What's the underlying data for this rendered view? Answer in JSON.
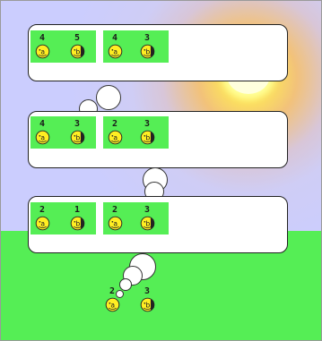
{
  "rows": [
    {
      "groups": [
        {
          "items": [
            {
              "count": "4",
              "face_letter": "a",
              "face_icon": "face-icon-a"
            },
            {
              "count": "5",
              "face_letter": "b",
              "face_icon": "face-icon-b"
            }
          ]
        },
        {
          "items": [
            {
              "count": "4",
              "face_letter": "a",
              "face_icon": "face-icon-a"
            },
            {
              "count": "3",
              "face_letter": "b",
              "face_icon": "face-icon-b"
            }
          ]
        }
      ]
    },
    {
      "groups": [
        {
          "items": [
            {
              "count": "4",
              "face_letter": "a",
              "face_icon": "face-icon-a"
            },
            {
              "count": "3",
              "face_letter": "b",
              "face_icon": "face-icon-b"
            }
          ]
        },
        {
          "items": [
            {
              "count": "2",
              "face_letter": "a",
              "face_icon": "face-icon-a"
            },
            {
              "count": "3",
              "face_letter": "b",
              "face_icon": "face-icon-b"
            }
          ]
        }
      ]
    },
    {
      "groups": [
        {
          "items": [
            {
              "count": "2",
              "face_letter": "a",
              "face_icon": "face-icon-a"
            },
            {
              "count": "1",
              "face_letter": "b",
              "face_icon": "face-icon-b"
            }
          ]
        },
        {
          "items": [
            {
              "count": "2",
              "face_letter": "a",
              "face_icon": "face-icon-a"
            },
            {
              "count": "3",
              "face_letter": "b",
              "face_icon": "face-icon-b"
            }
          ]
        }
      ]
    }
  ],
  "final": {
    "items": [
      {
        "count": "2",
        "face_letter": "a",
        "face_icon": "face-icon-a"
      },
      {
        "count": "3",
        "face_letter": "b",
        "face_icon": "face-icon-b"
      }
    ]
  },
  "colors": {
    "sky": "#cbcdfe",
    "sun": "#ffff66",
    "ground": "#55ee55",
    "group_background": "#55ee55",
    "face": "#ffee22"
  }
}
